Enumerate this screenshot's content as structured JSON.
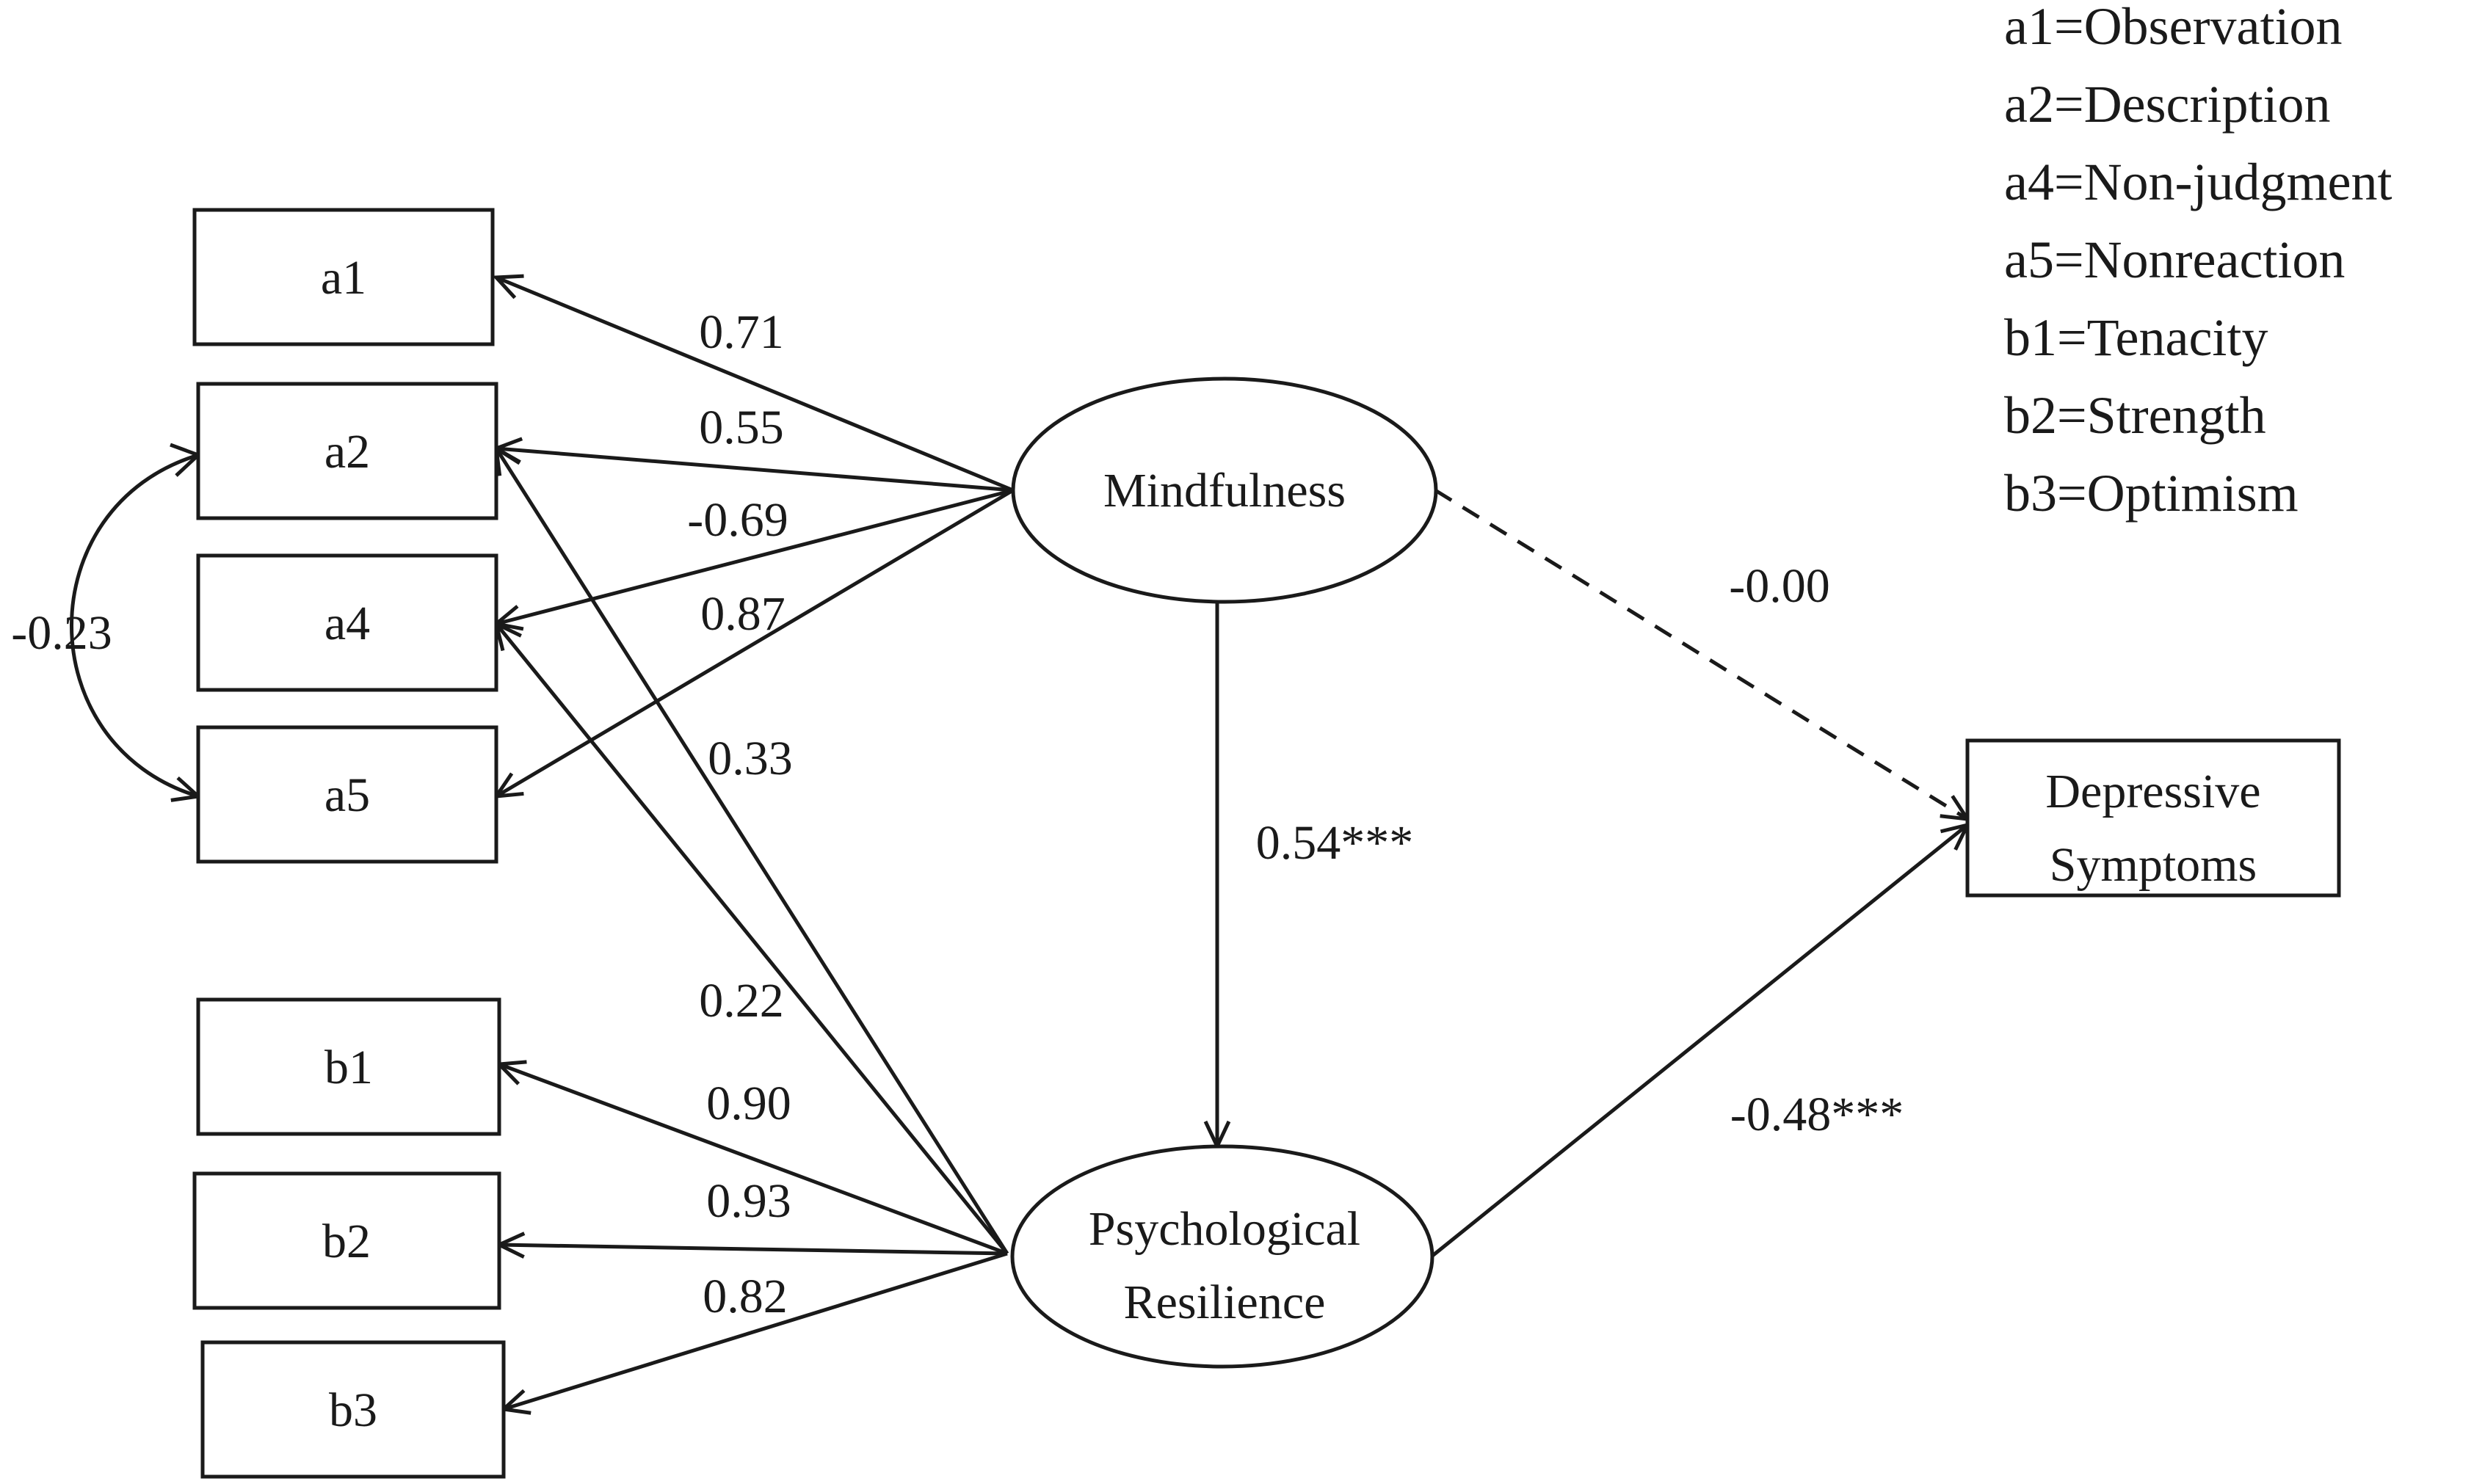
{
  "observed": {
    "a1": "a1",
    "a2": "a2",
    "a4": "a4",
    "a5": "a5",
    "b1": "b1",
    "b2": "b2",
    "b3": "b3",
    "dep_line1": "Depressive",
    "dep_line2": "Symptoms"
  },
  "latent": {
    "mindfulness": "Mindfulness",
    "resilience_line1": "Psychological",
    "resilience_line2": "Resilience"
  },
  "paths": {
    "m_a1": "0.71",
    "m_a2": "0.55",
    "m_a4": "-0.69",
    "m_a5": "0.87",
    "r_a2": "0.33",
    "r_a4": "0.22",
    "r_b1": "0.90",
    "r_b2": "0.93",
    "r_b3": "0.82",
    "m_r": "0.54***",
    "m_dep": "-0.00",
    "r_dep": "-0.48***",
    "cov_a2_a5": "-0.23"
  },
  "legend": [
    "a1=Observation",
    "a2=Description",
    "a4=Non-judgment",
    "a5=Nonreaction",
    "b1=Tenacity",
    "b2=Strength",
    "b3=Optimism"
  ]
}
